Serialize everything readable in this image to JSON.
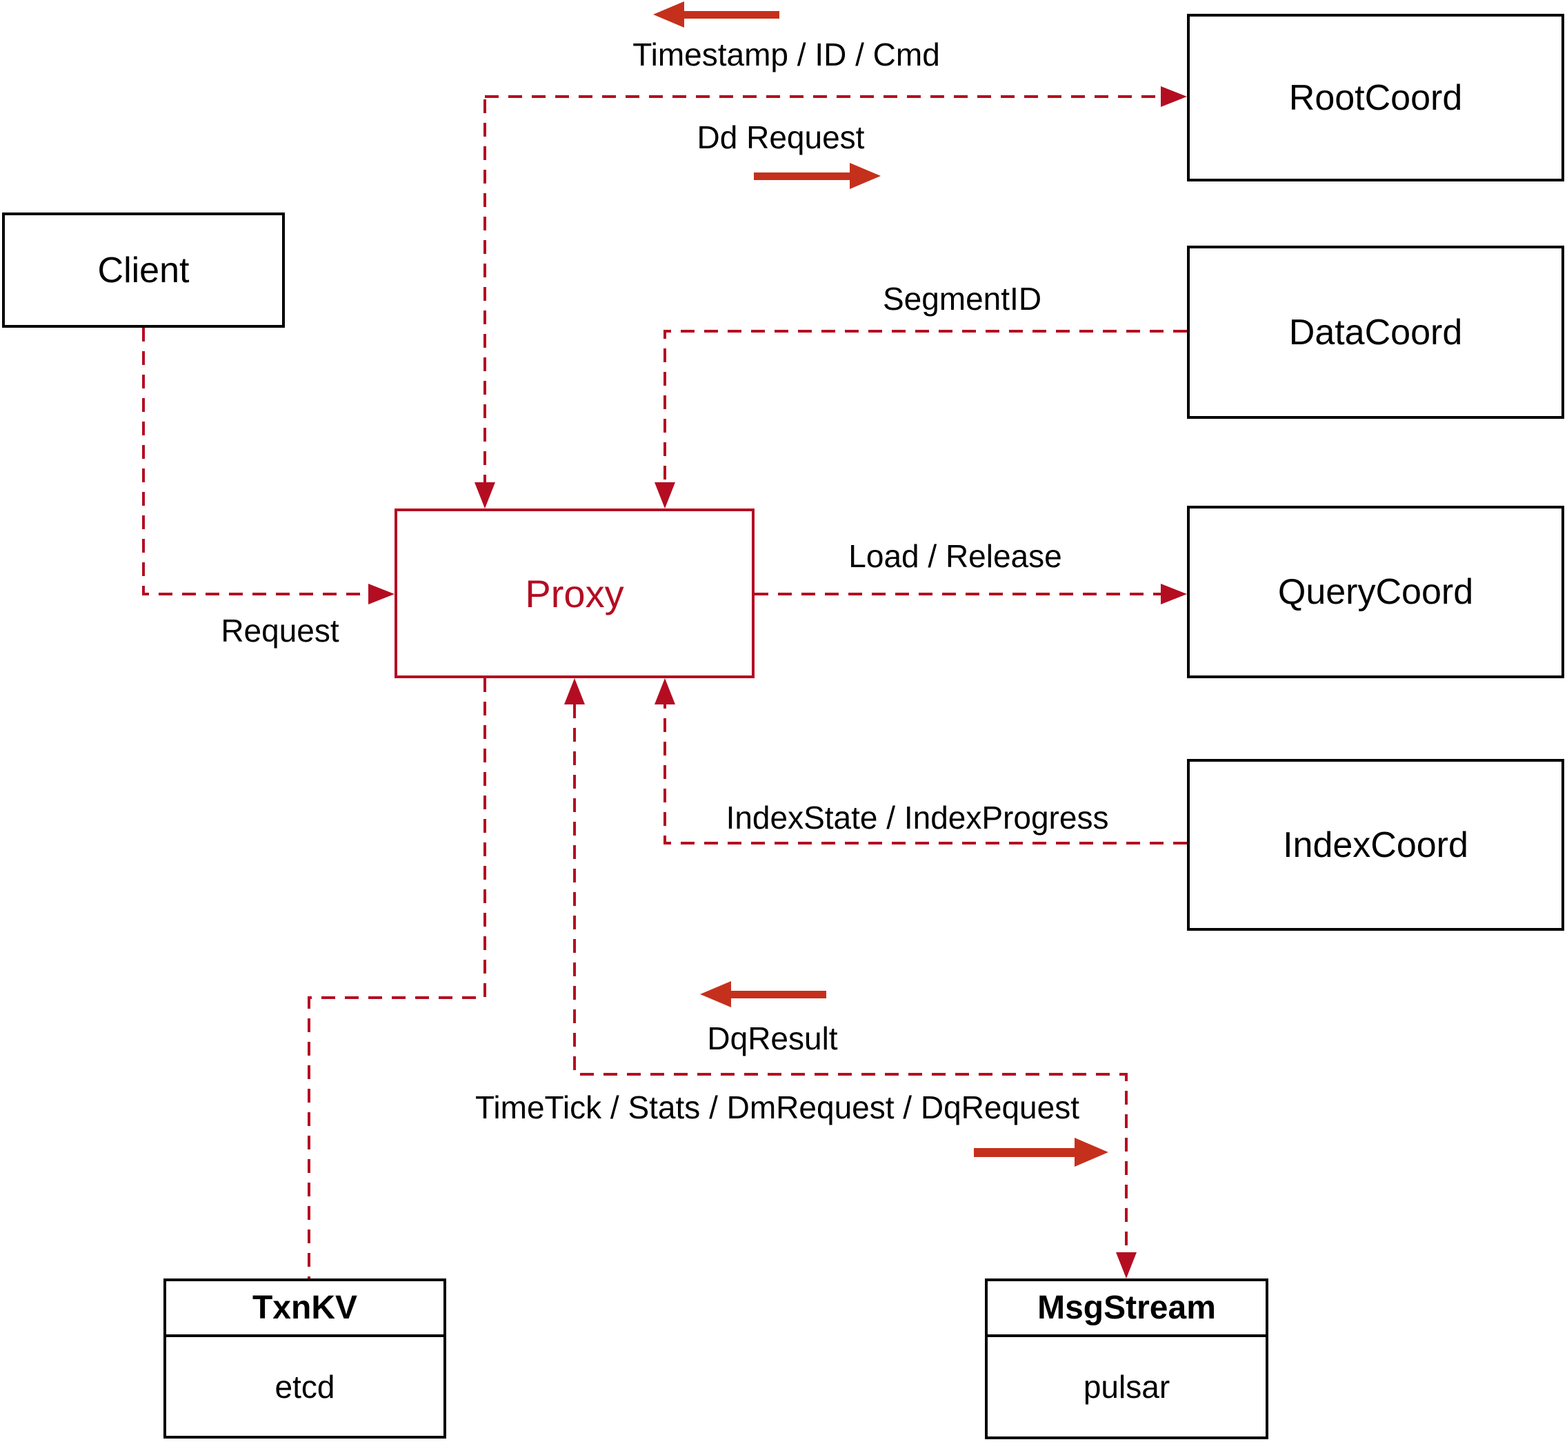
{
  "diagram": {
    "colors": {
      "connector_red": "#b40d22",
      "direction_arrow_red": "#c5301c",
      "box_border": "#000000",
      "text": "#000000",
      "background": "#ffffff"
    },
    "nodes": {
      "client": {
        "label": "Client"
      },
      "root_coord": {
        "label": "RootCoord"
      },
      "data_coord": {
        "label": "DataCoord"
      },
      "query_coord": {
        "label": "QueryCoord"
      },
      "index_coord": {
        "label": "IndexCoord"
      },
      "proxy": {
        "label": "Proxy"
      },
      "txnkv": {
        "title": "TxnKV",
        "subtitle": "etcd"
      },
      "msgstream": {
        "title": "MsgStream",
        "subtitle": "pulsar"
      }
    },
    "edges": [
      {
        "id": "timestamp",
        "from": "RootCoord",
        "to": "Proxy",
        "label": "Timestamp / ID / Cmd"
      },
      {
        "id": "dd-request",
        "from": "Proxy",
        "to": "RootCoord",
        "label": "Dd Request"
      },
      {
        "id": "segment-id",
        "from": "DataCoord",
        "to": "Proxy",
        "label": "SegmentID"
      },
      {
        "id": "request",
        "from": "Client",
        "to": "Proxy",
        "label": "Request"
      },
      {
        "id": "load-release",
        "from": "Proxy",
        "to": "QueryCoord",
        "label": "Load / Release"
      },
      {
        "id": "index-state",
        "from": "IndexCoord",
        "to": "Proxy",
        "label": "IndexState / IndexProgress"
      },
      {
        "id": "dq-result",
        "from": "MsgStream",
        "to": "Proxy",
        "label": "DqResult"
      },
      {
        "id": "timetick",
        "from": "Proxy",
        "to": "MsgStream",
        "label": "TimeTick / Stats / DmRequest / DqRequest"
      },
      {
        "id": "proxy-txnkv",
        "from": "Proxy",
        "to": "TxnKV",
        "label": ""
      }
    ]
  }
}
